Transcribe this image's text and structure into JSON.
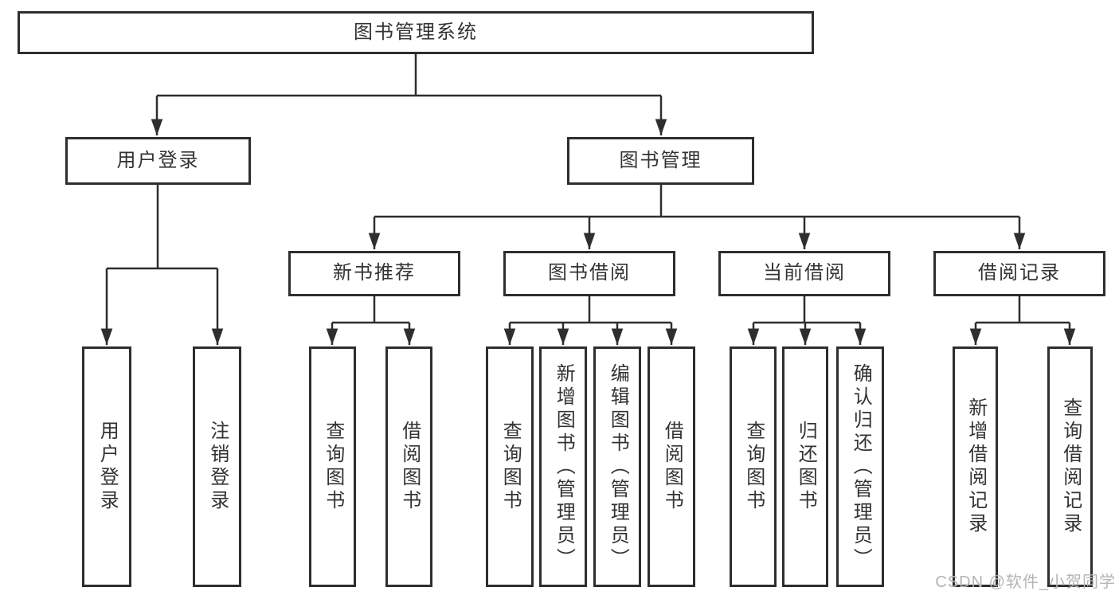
{
  "diagram": {
    "root": {
      "label": "图书管理系统"
    },
    "level2": [
      {
        "label": "用户登录"
      },
      {
        "label": "图书管理"
      }
    ],
    "level3": [
      {
        "label": "新书推荐"
      },
      {
        "label": "图书借阅"
      },
      {
        "label": "当前借阅"
      },
      {
        "label": "借阅记录"
      }
    ],
    "leaves": {
      "user_login": [
        {
          "label": "用户登录"
        },
        {
          "label": "注销登录"
        }
      ],
      "new_book": [
        {
          "label": "查询图书"
        },
        {
          "label": "借阅图书"
        }
      ],
      "book_borrow": [
        {
          "label": "查询图书"
        },
        {
          "label": "新增图书（管理员）"
        },
        {
          "label": "编辑图书（管理员）"
        },
        {
          "label": "借阅图书"
        }
      ],
      "current_borrow": [
        {
          "label": "查询图书"
        },
        {
          "label": "归还图书"
        },
        {
          "label": "确认归还（管理员）"
        }
      ],
      "borrow_record": [
        {
          "label": "新增借阅记录"
        },
        {
          "label": "查询借阅记录"
        }
      ]
    }
  },
  "watermark": {
    "text": "CSDN @软件_小贺同学"
  },
  "colors": {
    "line": "#2e2e2e",
    "text": "#333333",
    "background": "#ffffff",
    "watermark": "#b5b5b5"
  }
}
